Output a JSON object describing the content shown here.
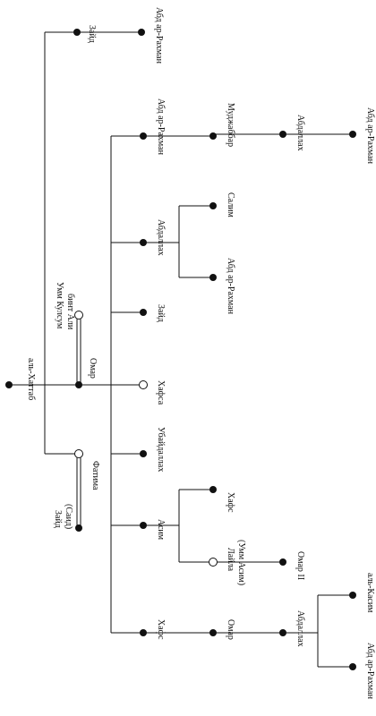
{
  "people": {
    "al_khattab": "аль-Хаттаб",
    "zayd_top": "Зайд",
    "abd_ar_rahman_top": "Абд ар-Рахман",
    "umm_kulthum": "Умм Кулсум",
    "umm_kulthum_2": "бинт Али",
    "omar": "Омар",
    "fatima": "Фатима",
    "zayd_said": "Зайд",
    "zayd_said_2": "(Саид)",
    "abd_ar_rahman_son": "Абд ар-Рахман",
    "mujabbar": "Муджаббар",
    "abdallah_gs": "Абдаллах",
    "abd_ar_rahman_ggs": "Абд ар-Рахман",
    "abdallah_son": "Абдаллах",
    "salim": "Салим",
    "abd_ar_rahman_gs": "Абд ар-Рахман",
    "zayd_son": "Зайд",
    "hafsa": "Хафса",
    "ubaydallah": "Убайдаллах",
    "asim": "Асим",
    "hafs_gs": "Хафс",
    "layla": "Лайла",
    "layla_2": "(Умм Асим)",
    "omar_ii": "Омар II",
    "hafs_son": "Хафс",
    "omar_gs": "Омар",
    "abdallah_ggs": "Абдаллах",
    "al_qasim": "аль-Касим",
    "abd_ar_rahman_last": "Абд ар-Рахман"
  }
}
